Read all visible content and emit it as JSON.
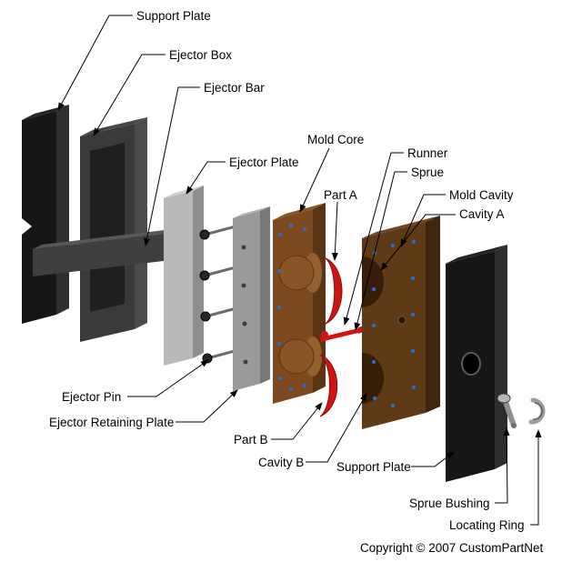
{
  "diagram": {
    "labels": {
      "support_plate_top": "Support Plate",
      "ejector_box": "Ejector Box",
      "ejector_bar": "Ejector Bar",
      "ejector_plate": "Ejector Plate",
      "mold_core": "Mold Core",
      "runner": "Runner",
      "sprue": "Sprue",
      "part_a": "Part A",
      "mold_cavity": "Mold Cavity",
      "cavity_a": "Cavity A",
      "ejector_pin": "Ejector Pin",
      "ejector_retaining_plate": "Ejector Retaining Plate",
      "part_b": "Part B",
      "cavity_b": "Cavity B",
      "support_plate_bottom": "Support Plate",
      "sprue_bushing": "Sprue Bushing",
      "locating_ring": "Locating Ring"
    },
    "copyright": "Copyright © 2007 CustomPartNet",
    "colors": {
      "plate_black": "#161616",
      "ejector_box_grey": "#3a3a3a",
      "ejector_plate_grey": "#b9b9b9",
      "retaining_plate_grey": "#9a9a9a",
      "mold_core_brown": "#7d4a1f",
      "mold_cavity_brown": "#5f3a17",
      "molded_part_red": "#d01414",
      "pin_hole_blue": "#2b6cd4"
    }
  }
}
